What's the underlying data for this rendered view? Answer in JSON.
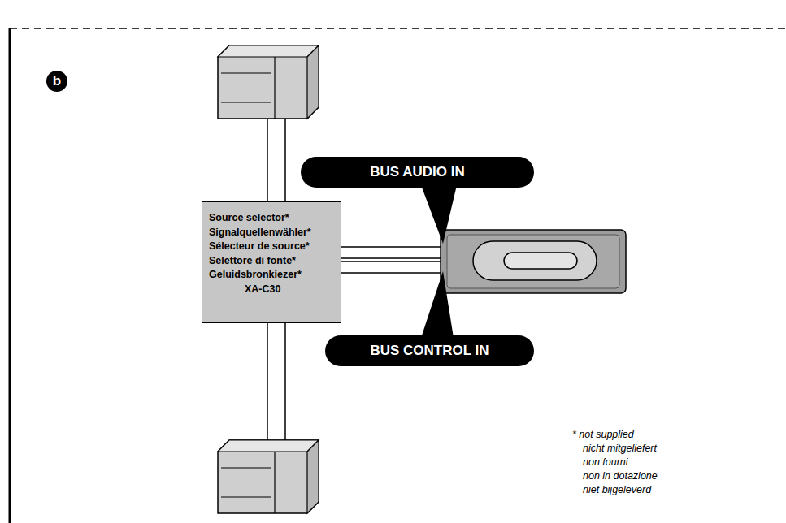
{
  "diagram": {
    "nodes": [
      {
        "text": [
          "BUS AUDIO IN"
        ]
      },
      {
        "text": [
          "Source selector*",
          "Signalquellenwähler*",
          "Sélecteur de source*",
          "Selettore di fonte*",
          "Geluidsbronkiezer*",
          "XA-C30"
        ]
      },
      {
        "text": [
          "BUS CONTROL IN"
        ]
      }
    ],
    "labels": [
      "b",
      "* not supplied",
      "nicht mitgeliefert",
      "non fourni",
      "non in dotazione",
      "niet bijgeleverd"
    ]
  }
}
